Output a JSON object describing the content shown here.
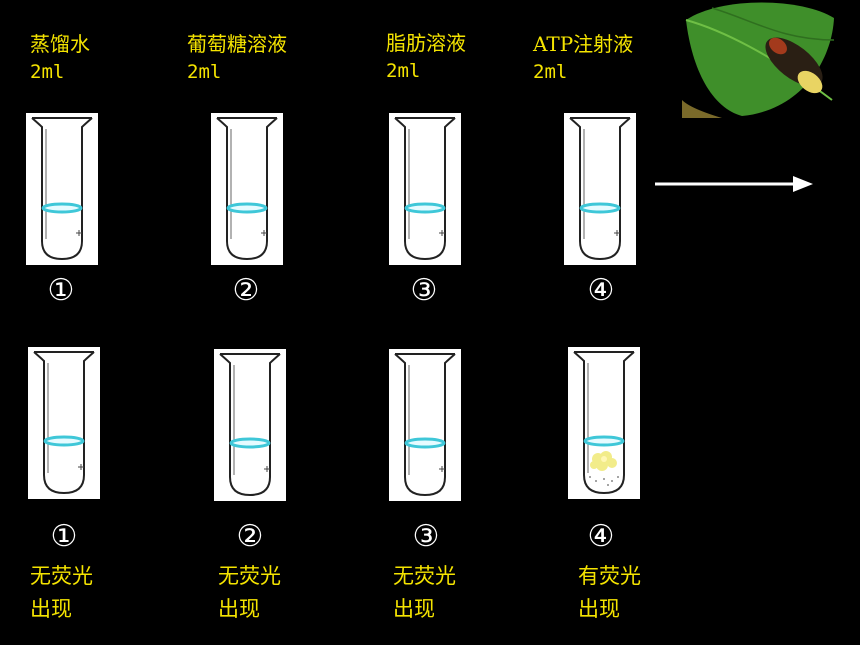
{
  "tubes_top": [
    {
      "label": "蒸馏水",
      "amount": "2ml",
      "number": "①"
    },
    {
      "label": "葡萄糖溶液",
      "amount": "2ml",
      "number": "②"
    },
    {
      "label": "脂肪溶液",
      "amount": "2ml",
      "number": "③"
    },
    {
      "label": "ATP注射液",
      "amount": "2ml",
      "number": "④"
    }
  ],
  "tubes_bottom": [
    {
      "number": "①",
      "result_line1": "无荧光",
      "result_line2": "出现"
    },
    {
      "number": "②",
      "result_line1": "无荧光",
      "result_line2": "出现"
    },
    {
      "number": "③",
      "result_line1": "无荧光",
      "result_line2": "出现"
    },
    {
      "number": "④",
      "result_line1": "有荧光",
      "result_line2": "出现"
    }
  ],
  "colors": {
    "background": "#000000",
    "label_text": "#f5e400",
    "number_text": "#ffffff",
    "liquid_line": "#3fc7d8",
    "glow": "#f2ec8a",
    "leaf": "#3f8f2a"
  },
  "icons": {
    "arrow": "right-arrow-icon",
    "firefly": "firefly-on-leaf-icon"
  }
}
